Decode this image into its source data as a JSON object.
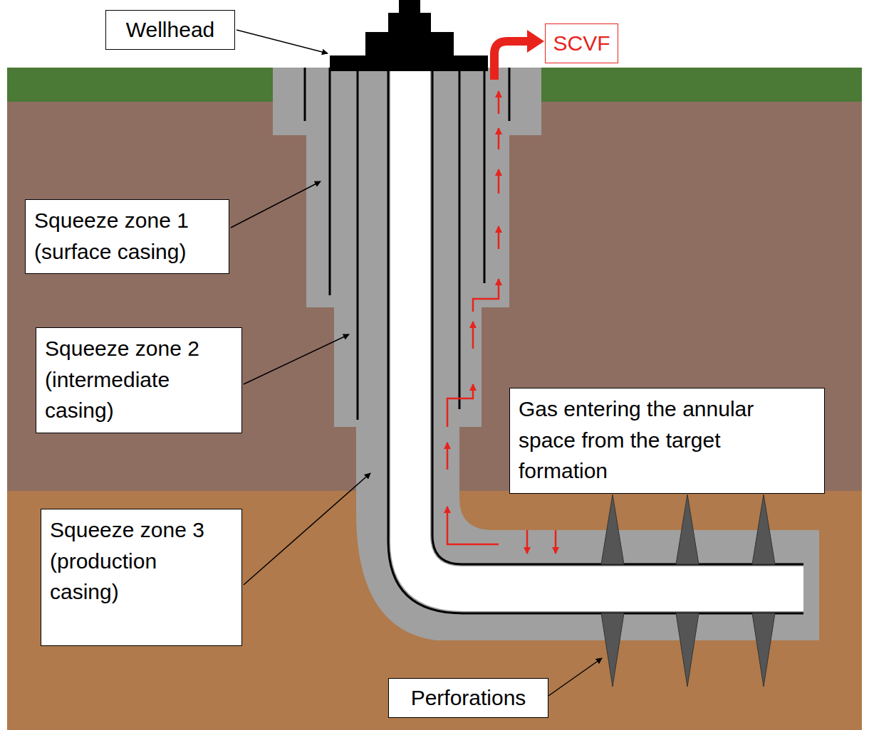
{
  "diagram": {
    "nodes": [
      {
        "text": [
          "Wellhead"
        ]
      },
      {
        "text": [
          "SCVF"
        ]
      },
      {
        "text": [
          "Squeeze zone 1 (surface casing)"
        ]
      },
      {
        "text": [
          "Squeeze zone 2 (intermediate casing)"
        ]
      },
      {
        "text": [
          "Gas entering the annular space from the target formation"
        ]
      },
      {
        "text": [
          "Squeeze zone 3 (production casing)"
        ]
      },
      {
        "text": [
          "Perforations"
        ]
      }
    ]
  }
}
